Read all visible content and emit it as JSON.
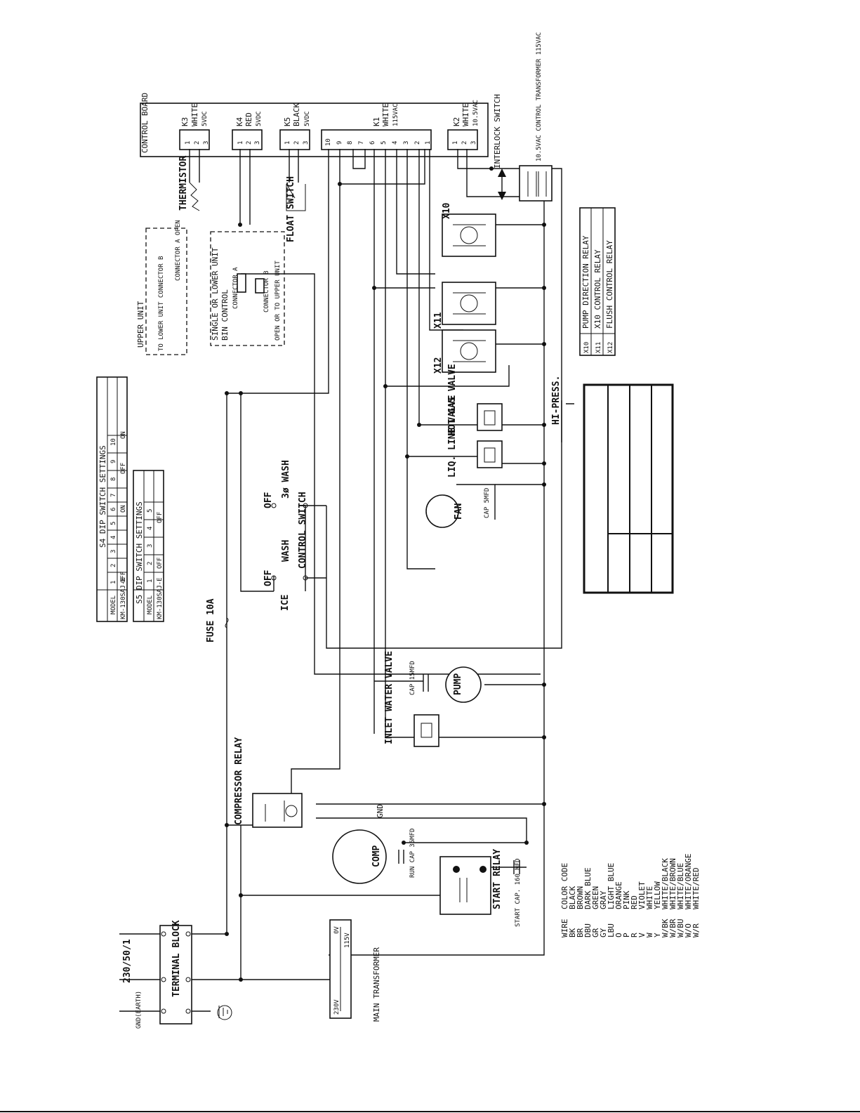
{
  "control_board": {
    "title": "CONTROL BOARD",
    "connectors": [
      {
        "id": "K3",
        "color": "WHITE",
        "voltage": "5VDC",
        "pins": [
          "1",
          "2",
          "3"
        ]
      },
      {
        "id": "K4",
        "color": "RED",
        "voltage": "5VDC",
        "pins": [
          "1",
          "2",
          "3"
        ]
      },
      {
        "id": "K5",
        "color": "BLACK",
        "voltage": "5VDC",
        "pins": [
          "1",
          "2",
          "3"
        ]
      },
      {
        "id": "K1",
        "color": "WHITE",
        "voltage": "115VAC",
        "pins": [
          "10",
          "9",
          "8",
          "7",
          "6",
          "5",
          "4",
          "3",
          "2",
          "1"
        ]
      },
      {
        "id": "K2",
        "color": "WHITE",
        "voltage": "10.5VAC",
        "pins": [
          "1",
          "2",
          "3"
        ]
      }
    ]
  },
  "labels": {
    "thermistor": "THERMISTOR",
    "float_switch": "FLOAT SWITCH",
    "interlock_switch": "INTERLOCK SWITCH",
    "control_transformer": "10.5VAC CONTROL TRANSFORMER 115VAC",
    "upper_unit": "UPPER UNIT",
    "to_lower_unit": "TO LOWER UNIT CONNECTOR B",
    "connector_a_open": "CONNECTOR A OPEN",
    "single_lower_unit": "SINGLE OR LOWER UNIT",
    "bin_control": "BIN CONTROL",
    "connector_a": "CONNECTOR A",
    "connector_b": "CONNECTOR B",
    "open_or_to_upper": "OPEN OR TO UPPER UNIT",
    "x10": "X10",
    "x11": "X11",
    "x12": "X12",
    "hot_gas_valve": "HOT GAS VALVE",
    "liq_line_valve": "LIQ. LINE VALVE",
    "hi_press": "HI-PRESS.",
    "fan": "FAN",
    "fan_cap": "CAP 5MFD",
    "fuse": "FUSE 10A",
    "control_switch": "CONTROL SWITCH",
    "wash": "WASH",
    "ice": "ICE",
    "off1": "OFF",
    "off2": "OFF",
    "wash3": "3ø WASH",
    "pump": "PUMP",
    "pump_cap": "CAP 15MFD",
    "inlet_water_valve": "INLET WATER VALVE",
    "compressor_relay": "COMPRESSOR RELAY",
    "comp": "COMP",
    "gnd": "GND",
    "run_cap": "RUN CAP 35MFD",
    "start_relay": "START RELAY",
    "start_cap": "START CAP. 160 MFD",
    "terminal_block": "TERMINAL BLOCK",
    "supply": "230/50/1",
    "ground_earth": "GND(EARTH)",
    "main_transformer": "MAIN TRANSFORMER",
    "t_230": "230V",
    "t_115": "115V",
    "t_0": "0V"
  },
  "relay_legend": [
    {
      "code": "X10",
      "desc": "PUMP DIRECTION RELAY"
    },
    {
      "code": "X11",
      "desc": "X10 CONTROL RELAY"
    },
    {
      "code": "X12",
      "desc": "FLUSH CONTROL RELAY"
    }
  ],
  "s4_settings": {
    "title": "S4 DIP SWITCH SETTINGS",
    "header": [
      "MODEL",
      "1",
      "2",
      "3",
      "4",
      "5",
      "6",
      "7",
      "8",
      "9",
      "10"
    ],
    "model": "KM-130SAJ-E",
    "v1": "OFF",
    "v2": "ON",
    "v3": "OFF",
    "v4": "ON"
  },
  "s5_settings": {
    "title": "S5 DIP SWITCH SETTINGS",
    "header": [
      "MODEL",
      "1",
      "2",
      "3",
      "4",
      "5"
    ],
    "model": "KM-130SAJ-E",
    "v1": "OFF",
    "v2": "OFF"
  },
  "wire_codes": [
    {
      "code": "WIRE",
      "name": "COLOR CODE"
    },
    {
      "code": "BK",
      "name": "BLACK"
    },
    {
      "code": "BR",
      "name": "BROWN"
    },
    {
      "code": "DBU",
      "name": "DARK BLUE"
    },
    {
      "code": "GR",
      "name": "GREEN"
    },
    {
      "code": "GY",
      "name": "GRAY"
    },
    {
      "code": "LBU",
      "name": "LIGHT BLUE"
    },
    {
      "code": "O",
      "name": "ORANGE"
    },
    {
      "code": "P",
      "name": "PINK"
    },
    {
      "code": "R",
      "name": "RED"
    },
    {
      "code": "V",
      "name": "VIOLET"
    },
    {
      "code": "W",
      "name": "WHITE"
    },
    {
      "code": "Y",
      "name": "YELLOW"
    },
    {
      "code": "W/BK",
      "name": "WHITE/BLACK"
    },
    {
      "code": "W/BR",
      "name": "WHITE/BROWN"
    },
    {
      "code": "W/BU",
      "name": "WHITE/BLUE"
    },
    {
      "code": "W/O",
      "name": "WHITE/ORANGE"
    },
    {
      "code": "W/R",
      "name": "WHITE/RED"
    }
  ]
}
